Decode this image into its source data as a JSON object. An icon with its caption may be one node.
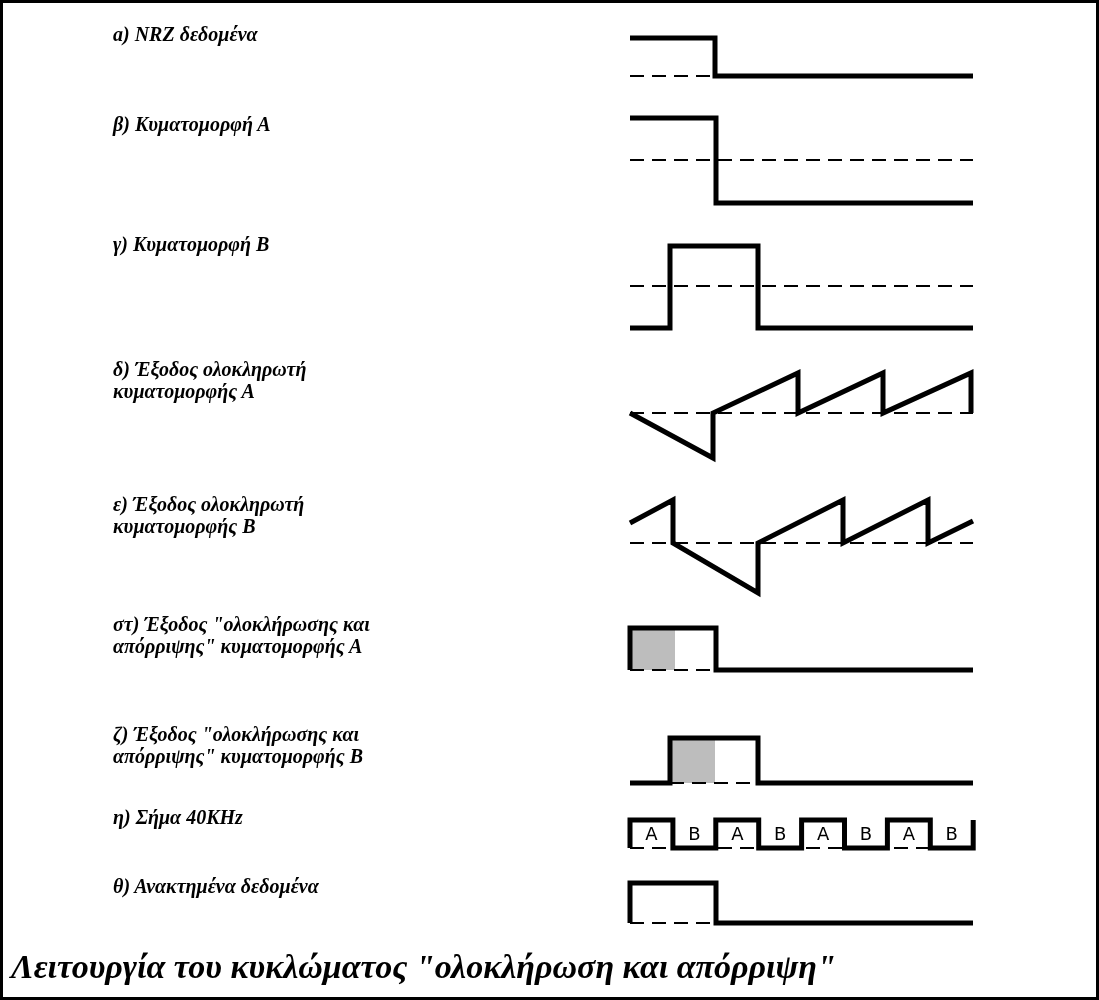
{
  "diagram": {
    "caption": "Λειτουργία του κυκλώματος \"ολοκλήρωση και απόρριψη\"",
    "labels": [
      "a) NRZ δεδομένα",
      "β) Κυματομορφή Α",
      "γ) Κυματομορφή Β",
      "δ) Έξοδος ολοκληρωτή κυματομορφής Α",
      "ε) Έξοδος ολοκληρωτή κυματομορφής Β",
      "στ) Έξοδος \"ολοκλήρωσης και απόρριψης\" κυματομορφής Α",
      "ζ) Έξοδος \"ολοκλήρωσης και απόρριψης\" κυματομορφής Β",
      "η) Σήμα 40KHz",
      "θ) Ανακτημένα δεδομένα",
      "A",
      "B",
      "A",
      "B",
      "A",
      "B",
      "A",
      "B"
    ]
  }
}
